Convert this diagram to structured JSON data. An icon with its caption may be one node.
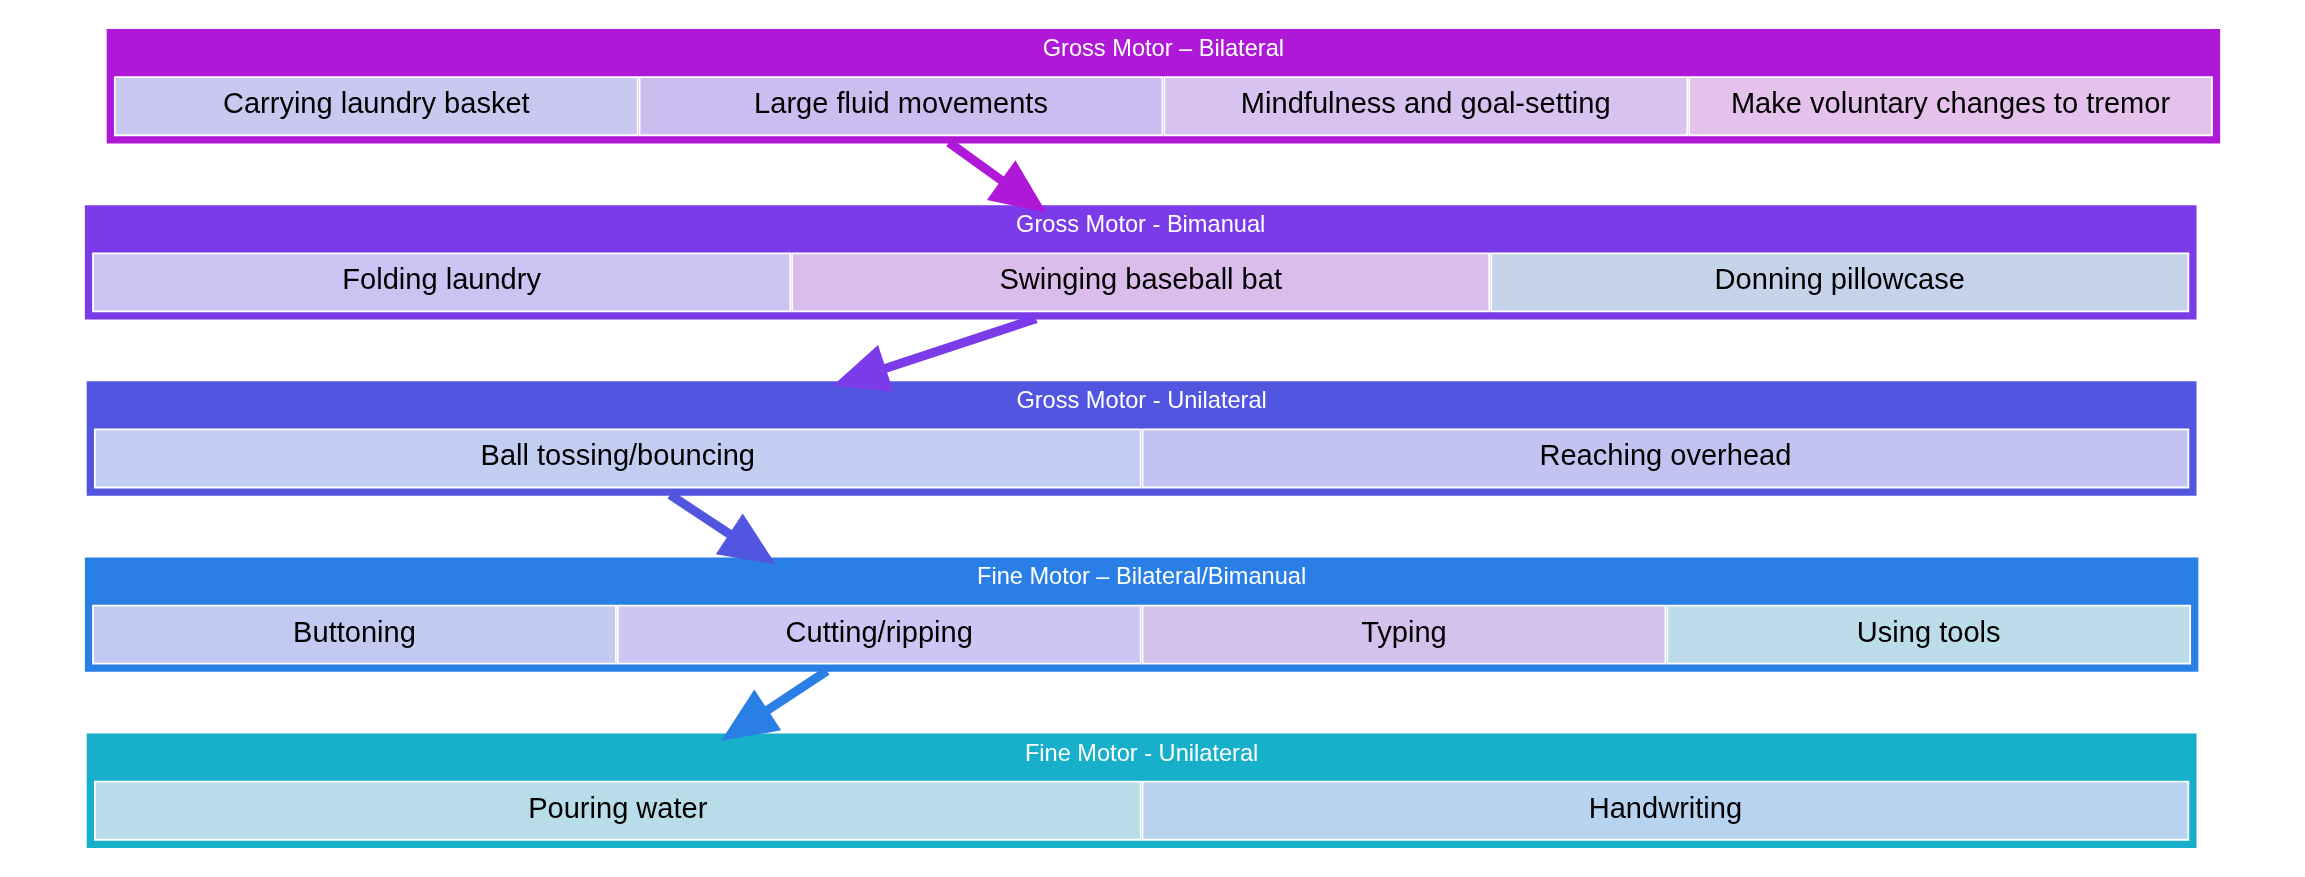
{
  "diagram": {
    "nodes": [
      {
        "text": [
          "Gross Motor – Bilateral"
        ]
      },
      {
        "text": [
          "Carrying laundry basket"
        ],
        "in": 0
      },
      {
        "text": [
          "Large fluid movements"
        ],
        "in": 0
      },
      {
        "text": [
          "Mindfulness and goal-setting"
        ],
        "in": 0
      },
      {
        "text": [
          "Make voluntary changes to tremor"
        ],
        "in": 0
      },
      {
        "text": [
          "Gross Motor - Bimanual"
        ]
      },
      {
        "text": [
          "Folding laundry"
        ],
        "in": 5
      },
      {
        "text": [
          "Swinging baseball bat"
        ],
        "in": 5
      },
      {
        "text": [
          "Donning pillowcase"
        ],
        "in": 5
      },
      {
        "text": [
          "Gross Motor - Unilateral"
        ]
      },
      {
        "text": [
          "Ball tossing/bouncing"
        ],
        "in": 9
      },
      {
        "text": [
          "Reaching overhead"
        ],
        "in": 9
      },
      {
        "text": [
          "Fine Motor – Bilateral/Bimanual"
        ]
      },
      {
        "text": [
          "Buttoning"
        ],
        "in": 12
      },
      {
        "text": [
          "Cutting/ripping"
        ],
        "in": 12
      },
      {
        "text": [
          "Typing"
        ],
        "in": 12
      },
      {
        "text": [
          "Using tools"
        ],
        "in": 12
      },
      {
        "text": [
          "Fine Motor - Unilateral"
        ]
      },
      {
        "text": [
          "Pouring water"
        ],
        "in": 17
      },
      {
        "text": [
          "Handwriting"
        ],
        "in": 17
      }
    ],
    "edges": [
      {
        "from": 0,
        "to": 5,
        "arrow": "to",
        "color": "#ae18d6"
      },
      {
        "from": 5,
        "to": 9,
        "arrow": "to",
        "color": "#7b3be8"
      },
      {
        "from": 9,
        "to": 12,
        "arrow": "to",
        "color": "#5255e0"
      },
      {
        "from": 12,
        "to": 17,
        "arrow": "to",
        "color": "#2a7fe6"
      }
    ]
  }
}
